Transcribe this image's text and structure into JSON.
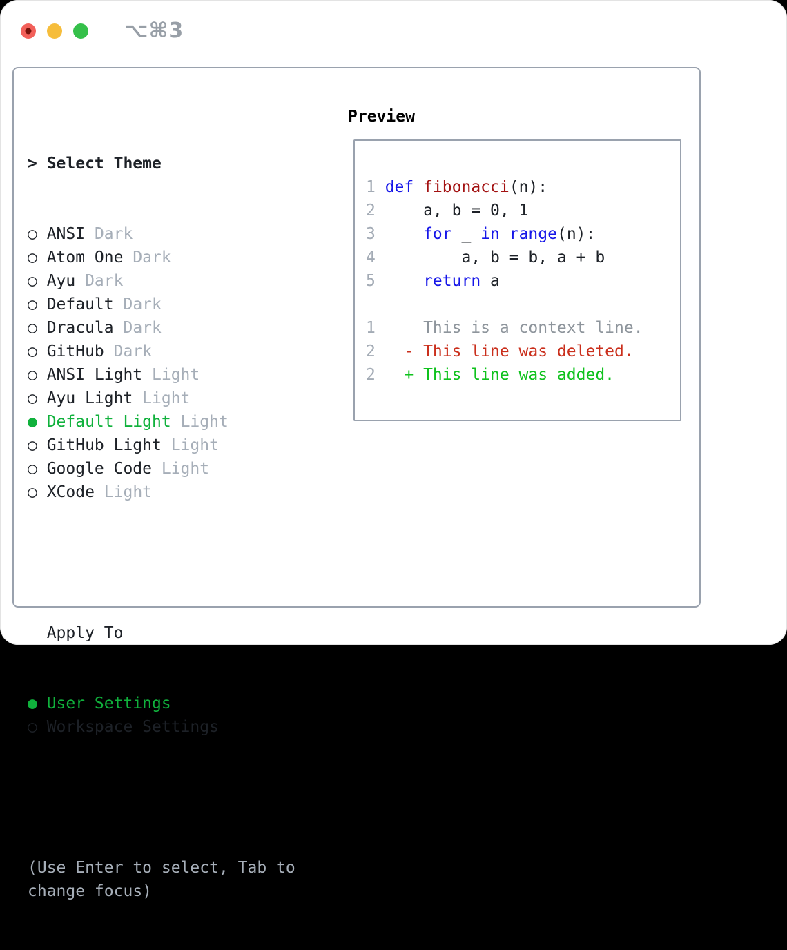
{
  "window": {
    "title": "⌥⌘3",
    "traffic_lights": {
      "close_color": "#f2605a",
      "close_dot_color": "#77120b",
      "minimize_color": "#f6bd3b",
      "zoom_color": "#35c04a"
    }
  },
  "colors": {
    "text": "#1d2127",
    "tag_gray": "#a6aeb8",
    "line_number": "#a3abb5",
    "context_gray": "#8e959c",
    "selected_green": "#10b13c",
    "added_green": "#0fc21d",
    "deleted_red": "#ca2f1c",
    "keyword_blue": "#1616e8",
    "function_red": "#a31212",
    "border_gray": "#9aa2ae",
    "title_gray": "#989fa7"
  },
  "theme_selector": {
    "header_prefix": ">",
    "header": "Select Theme",
    "radio_unselected": "○",
    "radio_selected": "●",
    "items": [
      {
        "name": "ANSI",
        "tag": "Dark",
        "selected": false
      },
      {
        "name": "Atom One",
        "tag": "Dark",
        "selected": false
      },
      {
        "name": "Ayu",
        "tag": "Dark",
        "selected": false
      },
      {
        "name": "Default",
        "tag": "Dark",
        "selected": false
      },
      {
        "name": "Dracula",
        "tag": "Dark",
        "selected": false
      },
      {
        "name": "GitHub",
        "tag": "Dark",
        "selected": false
      },
      {
        "name": "ANSI Light",
        "tag": "Light",
        "selected": false
      },
      {
        "name": "Ayu Light",
        "tag": "Light",
        "selected": false
      },
      {
        "name": "Default Light",
        "tag": "Light",
        "selected": true
      },
      {
        "name": "GitHub Light",
        "tag": "Light",
        "selected": false
      },
      {
        "name": "Google Code",
        "tag": "Light",
        "selected": false
      },
      {
        "name": "XCode",
        "tag": "Light",
        "selected": false
      }
    ],
    "apply_to": {
      "header": "Apply To",
      "options": [
        {
          "name": "User Settings",
          "selected": true
        },
        {
          "name": "Workspace Settings",
          "selected": false
        }
      ]
    },
    "help_text": "(Use Enter to select, Tab to change focus)"
  },
  "preview": {
    "header": "Preview",
    "lines": [
      {
        "number": "1",
        "segments": [
          {
            "text": "def",
            "color": "keyword_blue"
          },
          {
            "text": " "
          },
          {
            "text": "fibonacci",
            "color": "function_red"
          },
          {
            "text": "(n):"
          }
        ]
      },
      {
        "number": "2",
        "segments": [
          {
            "text": "    a, b = 0, 1"
          }
        ]
      },
      {
        "number": "3",
        "segments": [
          {
            "text": "    "
          },
          {
            "text": "for",
            "color": "keyword_blue"
          },
          {
            "text": " _ "
          },
          {
            "text": "in",
            "color": "keyword_blue"
          },
          {
            "text": " "
          },
          {
            "text": "range",
            "color": "keyword_blue"
          },
          {
            "text": "(n):"
          }
        ]
      },
      {
        "number": "4",
        "segments": [
          {
            "text": "        a, b = b, a + b"
          }
        ]
      },
      {
        "number": "5",
        "segments": [
          {
            "text": "    "
          },
          {
            "text": "return",
            "color": "keyword_blue"
          },
          {
            "text": " a"
          }
        ]
      },
      {
        "number": "",
        "segments": []
      },
      {
        "number": "1",
        "segments": [
          {
            "text": "    This is a context line.",
            "color": "context_gray"
          }
        ]
      },
      {
        "number": "2",
        "segments": [
          {
            "text": "  - This line was deleted.",
            "color": "deleted_red"
          }
        ]
      },
      {
        "number": "2",
        "segments": [
          {
            "text": "  + This line was added.",
            "color": "added_green"
          }
        ]
      }
    ]
  }
}
